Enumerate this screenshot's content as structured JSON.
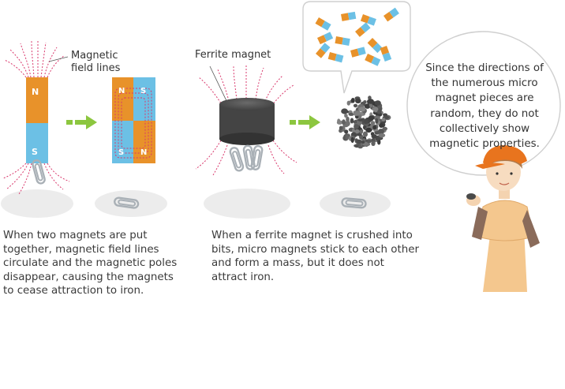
{
  "labels": {
    "field_lines": "Magnetic field lines",
    "ferrite": "Ferrite magnet",
    "pole_n": "N",
    "pole_s": "S"
  },
  "captions": {
    "left": "When two magnets are put together, magnetic field lines circulate and the magnetic poles disappear, causing the magnets to cease attraction to iron.",
    "middle": "When a ferrite magnet is crushed into bits, micro magnets stick to each other and form a mass, but it does not attract iron."
  },
  "speech": "Since the directions of the numerous micro magnet pieces are random, they do not collectively show magnetic properties.",
  "colors": {
    "magnet_orange": "#e8922a",
    "magnet_blue": "#6cc0e5",
    "field_line": "#d9386c",
    "arrow_green": "#8cc63f",
    "shadow": "#ececec",
    "clip": "#a9b0b6"
  }
}
